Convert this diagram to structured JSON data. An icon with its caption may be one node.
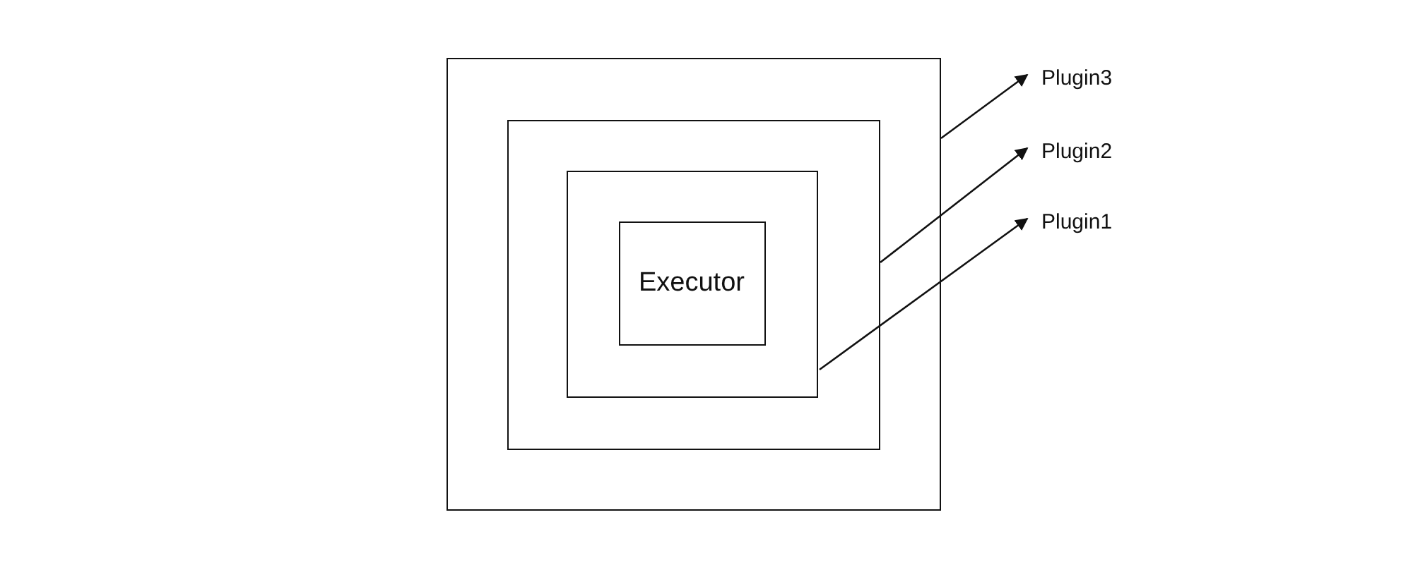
{
  "diagram": {
    "nodes": [
      {
        "text": [],
        "shape": "box"
      },
      {
        "text": [],
        "shape": "box",
        "in": 0
      },
      {
        "text": [],
        "shape": "box",
        "in": 1
      },
      {
        "text": [
          "Executor"
        ],
        "in": 2
      },
      {
        "text": [
          "Plugin3"
        ]
      },
      {
        "text": [
          "Plugin2"
        ]
      },
      {
        "text": [
          "Plugin1"
        ]
      }
    ],
    "edges": [
      {
        "from": 0,
        "to": 4,
        "arrow": "to"
      },
      {
        "from": 1,
        "to": 5,
        "arrow": "to"
      },
      {
        "from": 2,
        "to": 6,
        "arrow": "to"
      }
    ]
  }
}
